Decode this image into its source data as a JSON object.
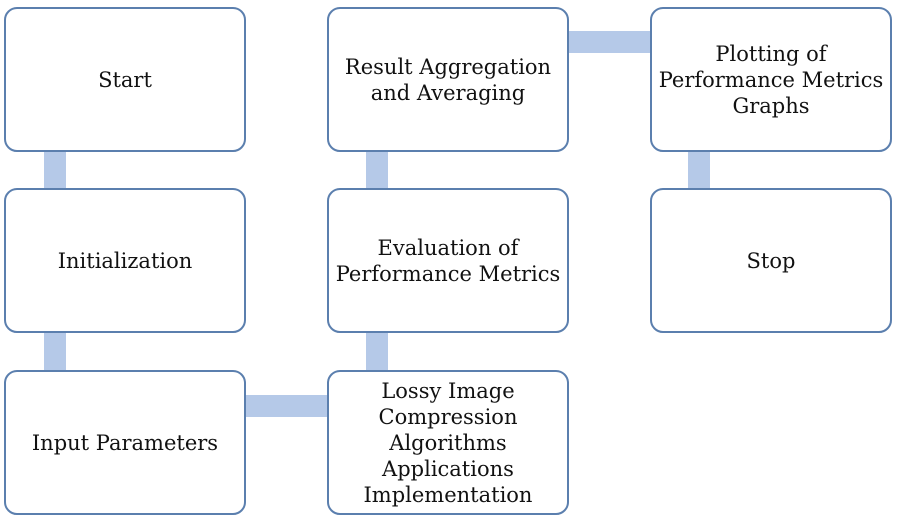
{
  "diagram": {
    "colors": {
      "box_border": "#5b7fae",
      "connector": "#b5c9e8",
      "text": "#111111",
      "background": "#ffffff"
    },
    "nodes": {
      "start": "Start",
      "initialization": "Initialization",
      "input_parameters": "Input Parameters",
      "lossy_compression": "Lossy Image\nCompression\nAlgorithms\nApplications\nImplementation",
      "evaluation": "Evaluation of\nPerformance Metrics",
      "aggregation": "Result Aggregation\nand Averaging",
      "plotting": "Plotting of\nPerformance Metrics\nGraphs",
      "stop": "Stop"
    }
  }
}
